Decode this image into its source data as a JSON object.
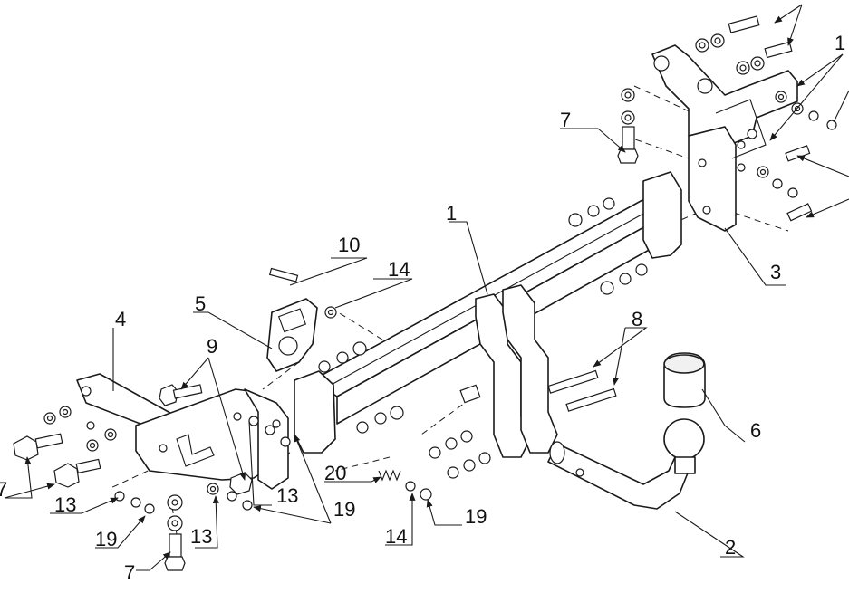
{
  "callouts": {
    "c1": "1",
    "c1b": "1",
    "c2": "2",
    "c3": "3",
    "c4": "4",
    "c5": "5",
    "c6": "6",
    "c7a": "7",
    "c7b": "7",
    "c7c": "7",
    "c8": "8",
    "c9": "9",
    "c10": "10",
    "c13a": "13",
    "c13b": "13",
    "c13c": "13",
    "c14a": "14",
    "c14b": "14",
    "c19a": "19",
    "c19b": "19",
    "c19c": "19",
    "c20": "20"
  }
}
